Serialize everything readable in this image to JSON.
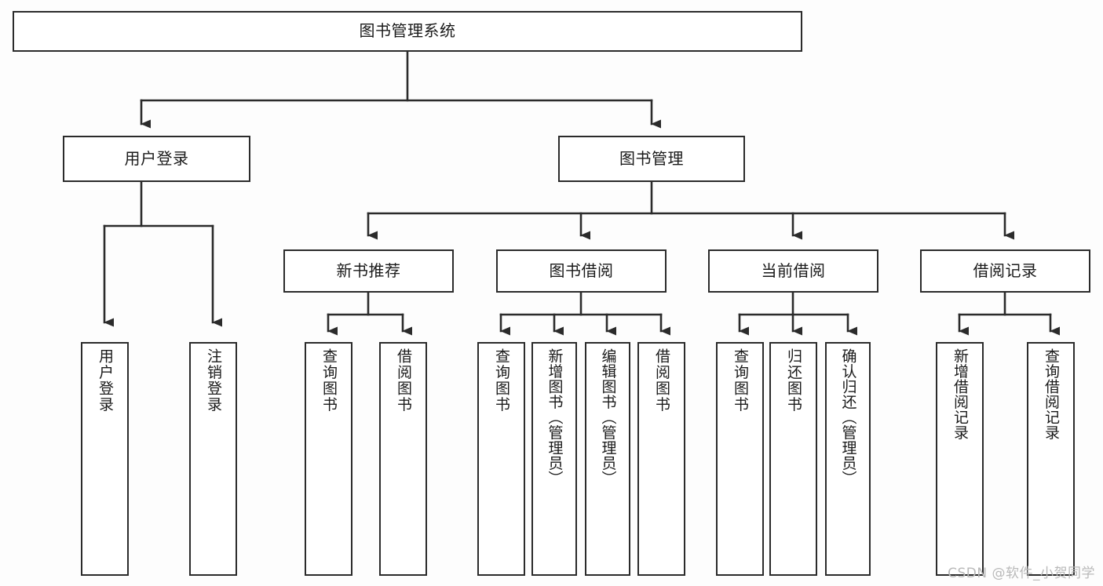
{
  "diagram": {
    "title": "图书管理系统",
    "watermark": "CSDN @软件_小贺同学",
    "root": {
      "id": "root",
      "label": "图书管理系统"
    },
    "level1": [
      {
        "id": "user-login",
        "label": "用户登录"
      },
      {
        "id": "book-management",
        "label": "图书管理"
      }
    ],
    "level2": [
      {
        "id": "new-book-recommend",
        "label": "新书推荐",
        "parent": "book-management"
      },
      {
        "id": "book-borrow",
        "label": "图书借阅",
        "parent": "book-management"
      },
      {
        "id": "current-borrow",
        "label": "当前借阅",
        "parent": "book-management"
      },
      {
        "id": "borrow-record",
        "label": "借阅记录",
        "parent": "book-management"
      }
    ],
    "leaves": [
      {
        "id": "leaf-user-login",
        "label": "用户登录",
        "parent": "user-login"
      },
      {
        "id": "leaf-logout-login",
        "label": "注销登录",
        "parent": "user-login"
      },
      {
        "id": "leaf-query-book-1",
        "label": "查询图书",
        "parent": "new-book-recommend"
      },
      {
        "id": "leaf-borrow-book-1",
        "label": "借阅图书",
        "parent": "new-book-recommend"
      },
      {
        "id": "leaf-query-book-2",
        "label": "查询图书",
        "parent": "book-borrow"
      },
      {
        "id": "leaf-add-book",
        "label": "新增图书（管理员）",
        "parent": "book-borrow"
      },
      {
        "id": "leaf-edit-book",
        "label": "编辑图书（管理员）",
        "parent": "book-borrow"
      },
      {
        "id": "leaf-borrow-book-2",
        "label": "借阅图书",
        "parent": "book-borrow"
      },
      {
        "id": "leaf-query-book-3",
        "label": "查询图书",
        "parent": "current-borrow"
      },
      {
        "id": "leaf-return-book",
        "label": "归还图书",
        "parent": "current-borrow"
      },
      {
        "id": "leaf-confirm-return",
        "label": "确认归还（管理员）",
        "parent": "current-borrow"
      },
      {
        "id": "leaf-add-record",
        "label": "新增借阅记录",
        "parent": "borrow-record"
      },
      {
        "id": "leaf-query-record",
        "label": "查询借阅记录",
        "parent": "borrow-record"
      }
    ],
    "colors": {
      "stroke": "#2b2b2b",
      "fill": "#ffffff",
      "background": "#fdfdfd",
      "text": "#1a1a1a",
      "watermark": "#b9b9b9"
    }
  }
}
